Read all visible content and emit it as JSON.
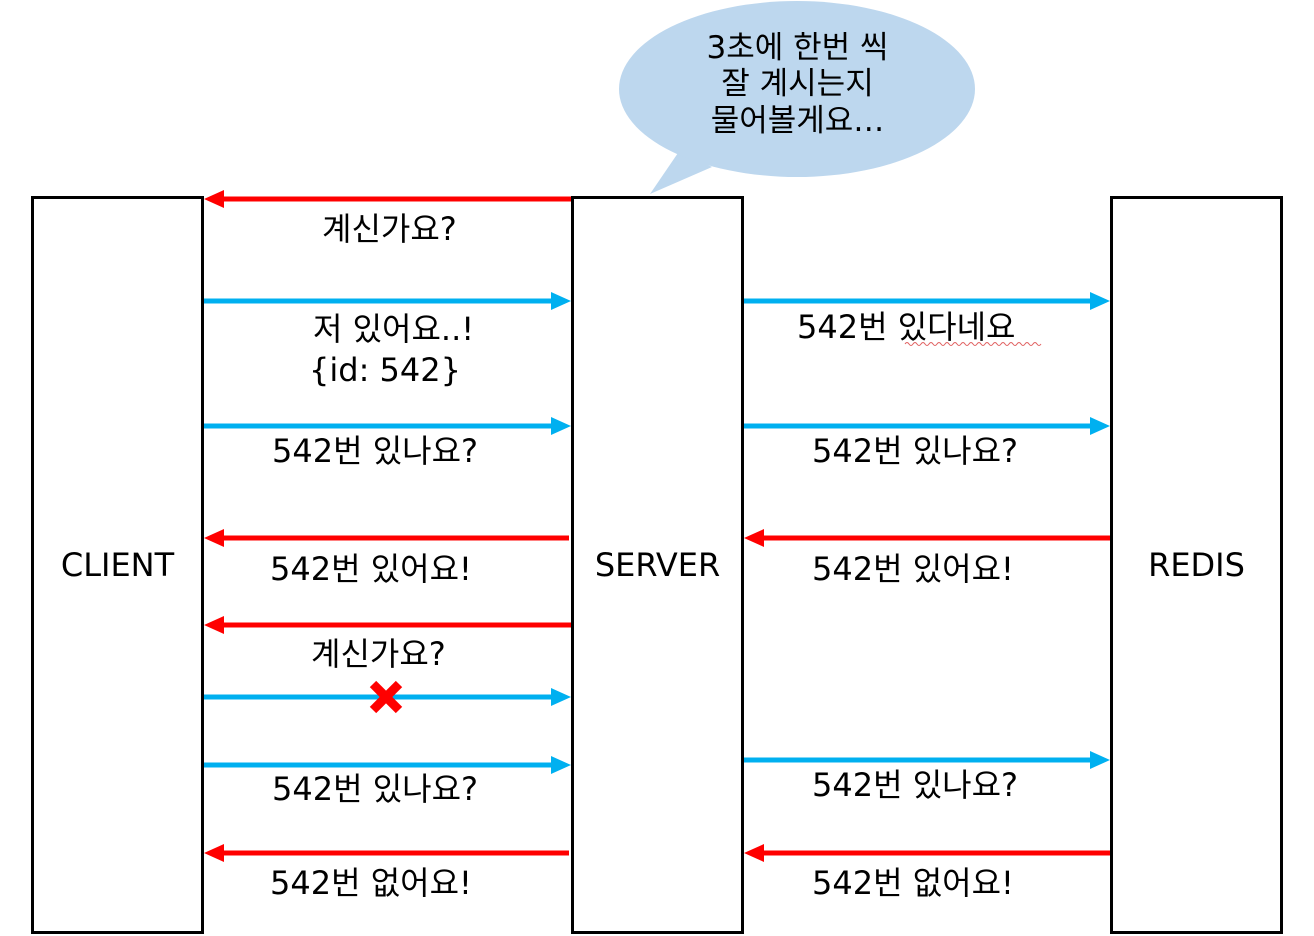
{
  "actors": {
    "client": "CLIENT",
    "server": "SERVER",
    "redis": "REDIS"
  },
  "bubble": {
    "lines": [
      "3초에 한번 씩",
      "잘 계시는지",
      "물어볼게요…"
    ]
  },
  "messages": {
    "heartbeat_request_1": "계신가요?",
    "client_reply": [
      "저 있어요..!",
      "{id: 542}"
    ],
    "server_to_redis_set": "542번 있다네요",
    "client_query_1": "542번 있나요?",
    "server_query_redis_1": "542번 있나요?",
    "server_answer_1": "542번 있어요!",
    "redis_answer_1": "542번 있어요!",
    "heartbeat_request_2": "계신가요?",
    "client_query_2": "542번 있나요?",
    "server_query_redis_2": "542번 있나요?",
    "server_answer_2": "542번 없어요!",
    "redis_answer_2": "542번 없어요!"
  },
  "colors": {
    "request_arrow": "#00b0f0",
    "response_arrow": "#ff0000",
    "bubble_fill": "#bdd7ee",
    "lost_marker": "#ff0000"
  },
  "icons": {
    "lost_message": "x-mark-icon"
  }
}
